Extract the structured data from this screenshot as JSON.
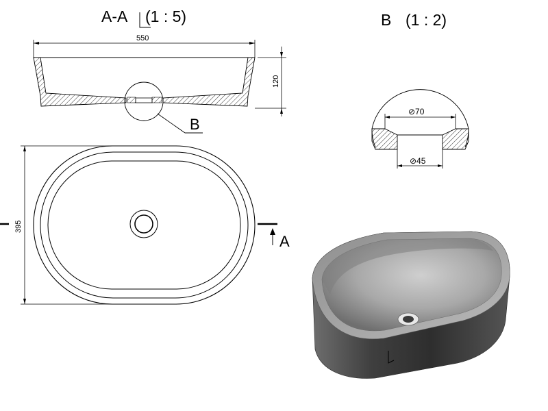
{
  "section_view": {
    "title": "A-A",
    "scale": "(1 : 5)",
    "width_dim": "550",
    "height_dim": "120",
    "detail_callout": "B"
  },
  "detail_view": {
    "title": "B",
    "scale": "(1 : 2)",
    "outer_dim": "⊘70",
    "inner_dim": "⊘45"
  },
  "top_view": {
    "depth_dim": "395",
    "section_marker": "A"
  },
  "colors": {
    "line": "#000000",
    "render_fill": "#8c8c8c",
    "render_dark": "#4a4a4a"
  }
}
